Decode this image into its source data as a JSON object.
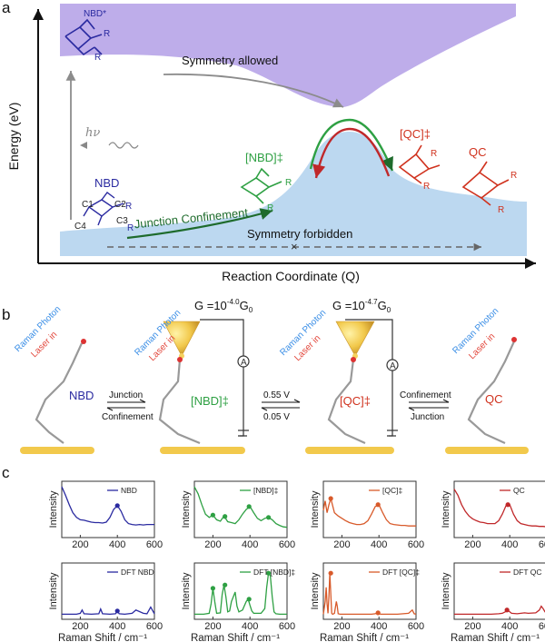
{
  "panel_a": {
    "letter": "a",
    "y_label": "Energy (eV)",
    "x_label": "Reaction Coordinate (Q)",
    "labels": {
      "nbd_star": "NBD*",
      "symmetry_allowed": "Symmetry allowed",
      "hv": "hν",
      "nbd": "NBD",
      "nbd_ts": "[NBD]‡",
      "qc_ts": "[QC]‡",
      "qc": "QC",
      "junction_confinement": "Junction Confinement",
      "symmetry_forbidden": "Symmetry forbidden",
      "atom_c1": "C1",
      "atom_c2": "C2",
      "atom_c3": "C3",
      "atom_c4": "C4",
      "sub_r": "R"
    },
    "colors": {
      "excited": "#b7a4e8",
      "ground": "#bcd8f0",
      "nbd": "#2a2aa0",
      "nbd_ts": "#2ea043",
      "qc": "#d0321e"
    }
  },
  "panel_b": {
    "letter": "b",
    "g_left": "G =10",
    "g_left_exp": "-4.0",
    "g_left_unit": "G",
    "g_left_sub": "0",
    "g_right": "G =10",
    "g_right_exp": "-4.7",
    "g_right_unit": "G",
    "g_right_sub": "0",
    "raman_photon": "Raman Photon",
    "laser_in": "Laser in",
    "states": [
      "NBD",
      "[NBD]‡",
      "[QC]‡",
      "QC"
    ],
    "arrow1_top": "Junction",
    "arrow1_bottom": "Confinement",
    "arrow2_top": "0.55 V",
    "arrow2_bottom": "0.05 V",
    "arrow3_top": "Confinement",
    "arrow3_bottom": "Junction",
    "ammeter": "A"
  },
  "panel_c": {
    "letter": "c",
    "y_label": "Intensity",
    "x_label": "Raman Shift / cm⁻¹",
    "ticks": [
      "200",
      "400",
      "600"
    ]
  },
  "chart_data": [
    {
      "type": "line",
      "legend": "NBD",
      "color": "#2a2aa0",
      "xlim": [
        100,
        600
      ],
      "x": [
        100,
        120,
        140,
        160,
        180,
        200,
        220,
        240,
        260,
        280,
        300,
        320,
        340,
        360,
        380,
        400,
        420,
        440,
        460,
        480,
        500,
        520,
        540,
        560,
        580,
        600
      ],
      "y": [
        1.0,
        0.82,
        0.62,
        0.45,
        0.35,
        0.3,
        0.29,
        0.27,
        0.25,
        0.24,
        0.24,
        0.23,
        0.25,
        0.35,
        0.52,
        0.6,
        0.48,
        0.3,
        0.22,
        0.2,
        0.19,
        0.2,
        0.19,
        0.2,
        0.2,
        0.2
      ],
      "markers": [
        [
          400,
          0.6
        ]
      ]
    },
    {
      "type": "line",
      "legend": "[NBD]‡",
      "color": "#2ea043",
      "xlim": [
        100,
        600
      ],
      "x": [
        100,
        120,
        140,
        160,
        180,
        200,
        220,
        240,
        260,
        280,
        300,
        320,
        340,
        360,
        380,
        400,
        420,
        440,
        460,
        480,
        500,
        520,
        540,
        560,
        580,
        600
      ],
      "y": [
        1.0,
        0.85,
        0.62,
        0.42,
        0.35,
        0.4,
        0.3,
        0.27,
        0.38,
        0.26,
        0.24,
        0.22,
        0.3,
        0.42,
        0.52,
        0.58,
        0.45,
        0.33,
        0.28,
        0.33,
        0.35,
        0.3,
        0.22,
        0.18,
        0.15,
        0.14
      ],
      "markers": [
        [
          200,
          0.4
        ],
        [
          265,
          0.37
        ],
        [
          395,
          0.58
        ],
        [
          500,
          0.35
        ]
      ]
    },
    {
      "type": "line",
      "legend": "[QC]‡",
      "color": "#d85a2a",
      "xlim": [
        100,
        600
      ],
      "x": [
        100,
        110,
        120,
        130,
        140,
        150,
        160,
        180,
        200,
        220,
        240,
        260,
        280,
        300,
        320,
        340,
        360,
        380,
        400,
        420,
        440,
        460,
        480,
        500,
        520,
        540,
        560,
        580,
        600
      ],
      "y": [
        0.5,
        0.7,
        0.45,
        0.62,
        0.75,
        0.6,
        0.45,
        0.38,
        0.33,
        0.28,
        0.24,
        0.22,
        0.2,
        0.2,
        0.22,
        0.28,
        0.42,
        0.58,
        0.62,
        0.45,
        0.3,
        0.22,
        0.2,
        0.19,
        0.18,
        0.18,
        0.17,
        0.17,
        0.17
      ],
      "markers": [
        [
          140,
          0.75
        ],
        [
          395,
          0.62
        ]
      ]
    },
    {
      "type": "line",
      "legend": "QC",
      "color": "#c0282a",
      "xlim": [
        100,
        600
      ],
      "x": [
        100,
        120,
        140,
        160,
        180,
        200,
        220,
        240,
        260,
        280,
        300,
        320,
        340,
        360,
        380,
        400,
        420,
        440,
        460,
        480,
        500,
        520,
        540,
        560,
        580,
        600
      ],
      "y": [
        0.95,
        0.82,
        0.62,
        0.48,
        0.38,
        0.32,
        0.28,
        0.25,
        0.24,
        0.22,
        0.22,
        0.22,
        0.28,
        0.42,
        0.6,
        0.62,
        0.42,
        0.28,
        0.22,
        0.2,
        0.18,
        0.17,
        0.17,
        0.16,
        0.16,
        0.15
      ],
      "markers": [
        [
          390,
          0.62
        ]
      ]
    },
    {
      "type": "line",
      "legend": "DFT NBD",
      "color": "#2a2aa0",
      "xlim": [
        100,
        600
      ],
      "x": [
        100,
        180,
        200,
        210,
        220,
        260,
        300,
        310,
        320,
        360,
        390,
        400,
        410,
        440,
        480,
        500,
        540,
        560,
        580,
        600
      ],
      "y": [
        0.03,
        0.03,
        0.05,
        0.12,
        0.04,
        0.03,
        0.04,
        0.14,
        0.04,
        0.03,
        0.04,
        0.1,
        0.04,
        0.03,
        0.05,
        0.12,
        0.05,
        0.04,
        0.18,
        0.04
      ],
      "markers": [
        [
          400,
          0.1
        ]
      ]
    },
    {
      "type": "line",
      "legend": "DFT [NBD]‡",
      "color": "#2ea043",
      "xlim": [
        100,
        600
      ],
      "x": [
        100,
        150,
        180,
        190,
        200,
        210,
        220,
        240,
        250,
        260,
        270,
        280,
        290,
        300,
        320,
        330,
        340,
        360,
        380,
        390,
        400,
        410,
        420,
        460,
        480,
        490,
        500,
        510,
        520,
        530,
        540,
        560,
        580,
        600
      ],
      "y": [
        0.03,
        0.03,
        0.05,
        0.25,
        0.58,
        0.3,
        0.05,
        0.06,
        0.45,
        0.65,
        0.4,
        0.08,
        0.1,
        0.3,
        0.5,
        0.2,
        0.08,
        0.12,
        0.3,
        0.35,
        0.22,
        0.1,
        0.05,
        0.05,
        0.15,
        0.6,
        0.9,
        0.85,
        0.4,
        0.08,
        0.04,
        0.03,
        0.03,
        0.03
      ],
      "markers": [
        [
          200,
          0.58
        ],
        [
          265,
          0.65
        ],
        [
          395,
          0.35
        ],
        [
          500,
          0.9
        ]
      ]
    },
    {
      "type": "line",
      "legend": "DFT [QC]‡",
      "color": "#d85a2a",
      "xlim": [
        100,
        600
      ],
      "x": [
        100,
        110,
        115,
        120,
        125,
        130,
        135,
        140,
        145,
        150,
        160,
        170,
        175,
        180,
        190,
        200,
        220,
        260,
        300,
        360,
        380,
        390,
        400,
        410,
        440,
        500,
        560,
        580,
        590,
        600
      ],
      "y": [
        0.03,
        0.3,
        0.6,
        0.25,
        0.05,
        0.4,
        0.9,
        0.45,
        0.05,
        0.03,
        0.05,
        0.3,
        0.2,
        0.04,
        0.03,
        0.03,
        0.03,
        0.03,
        0.03,
        0.03,
        0.04,
        0.06,
        0.04,
        0.03,
        0.03,
        0.03,
        0.05,
        0.12,
        0.04,
        0.03
      ],
      "markers": [
        [
          140,
          0.9
        ],
        [
          395,
          0.06
        ]
      ]
    },
    {
      "type": "line",
      "legend": "DFT QC",
      "color": "#c0282a",
      "xlim": [
        100,
        600
      ],
      "x": [
        100,
        200,
        300,
        340,
        360,
        380,
        390,
        400,
        410,
        440,
        480,
        500,
        540,
        560,
        570,
        580,
        590,
        600
      ],
      "y": [
        0.03,
        0.03,
        0.03,
        0.04,
        0.05,
        0.09,
        0.12,
        0.08,
        0.05,
        0.04,
        0.06,
        0.05,
        0.06,
        0.12,
        0.2,
        0.15,
        0.08,
        0.05
      ],
      "markers": [
        [
          385,
          0.12
        ]
      ]
    }
  ]
}
